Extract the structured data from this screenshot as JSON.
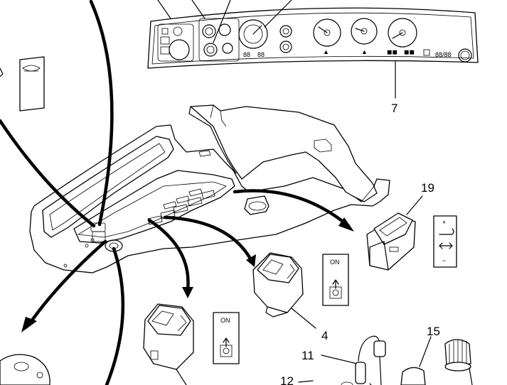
{
  "callouts": {
    "c7": "7",
    "c19": "19",
    "c4": "4",
    "c11": "11",
    "c15": "15",
    "c12": "12"
  },
  "symbol_labels": {
    "on_label_a": "ON",
    "on_label_b": "ON",
    "plus": "+",
    "minus": "−"
  }
}
